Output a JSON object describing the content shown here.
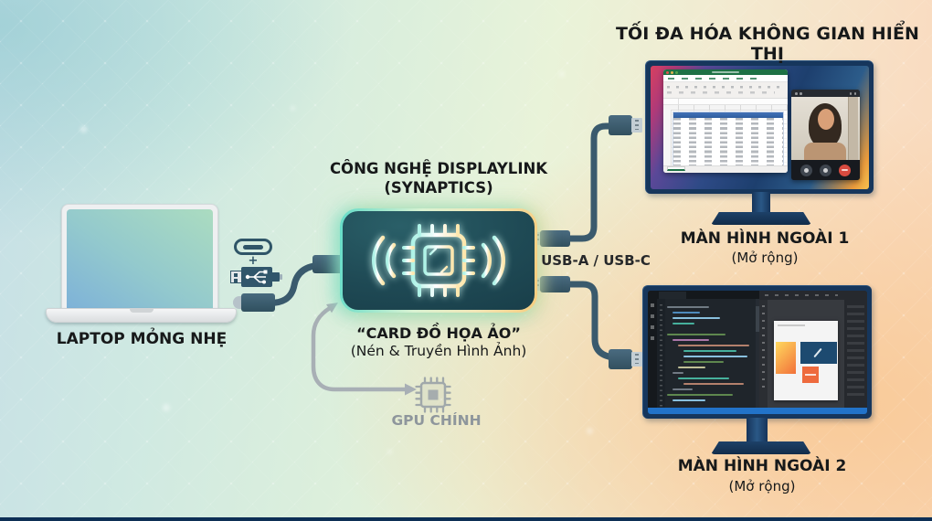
{
  "title": "TỐI ĐA HÓA KHÔNG GIAN HIỂN THỊ",
  "laptop": {
    "label": "LAPTOP MỎNG NHẸ"
  },
  "displaylink": {
    "heading": "CÔNG NGHỆ DISPLAYLINK",
    "subheading": "(SYNAPTICS)",
    "card_title": "“CARD ĐỒ HỌA ẢO”",
    "card_subtitle": "(Nén & Truyền Hình Ảnh)"
  },
  "gpu": {
    "label": "GPU CHÍNH"
  },
  "connection": {
    "usb_label": "USB-A / USB-C",
    "plus_sign": "+"
  },
  "monitors": [
    {
      "label": "MÀN HÌNH NGOÀI 1",
      "sublabel": "(Mở rộng)",
      "content": "excel-spreadsheet-and-video-call"
    },
    {
      "label": "MÀN HÌNH NGOÀI 2",
      "sublabel": "(Mở rộng)",
      "content": "code-editor-and-design-app"
    }
  ],
  "colors": {
    "glow_cyan": "#64dcc8",
    "glow_yellow": "#f7cd7e",
    "chip_box_bg": "#1f4a55",
    "cable": "#3a5a6d",
    "monitor_bezel": "#16365c",
    "excel_green": "#1e7145",
    "table_header_blue": "#2e5d9e",
    "statusbar_blue": "#2273c9",
    "end_call_red": "#d84b40",
    "gpu_gray": "#8e969c"
  }
}
